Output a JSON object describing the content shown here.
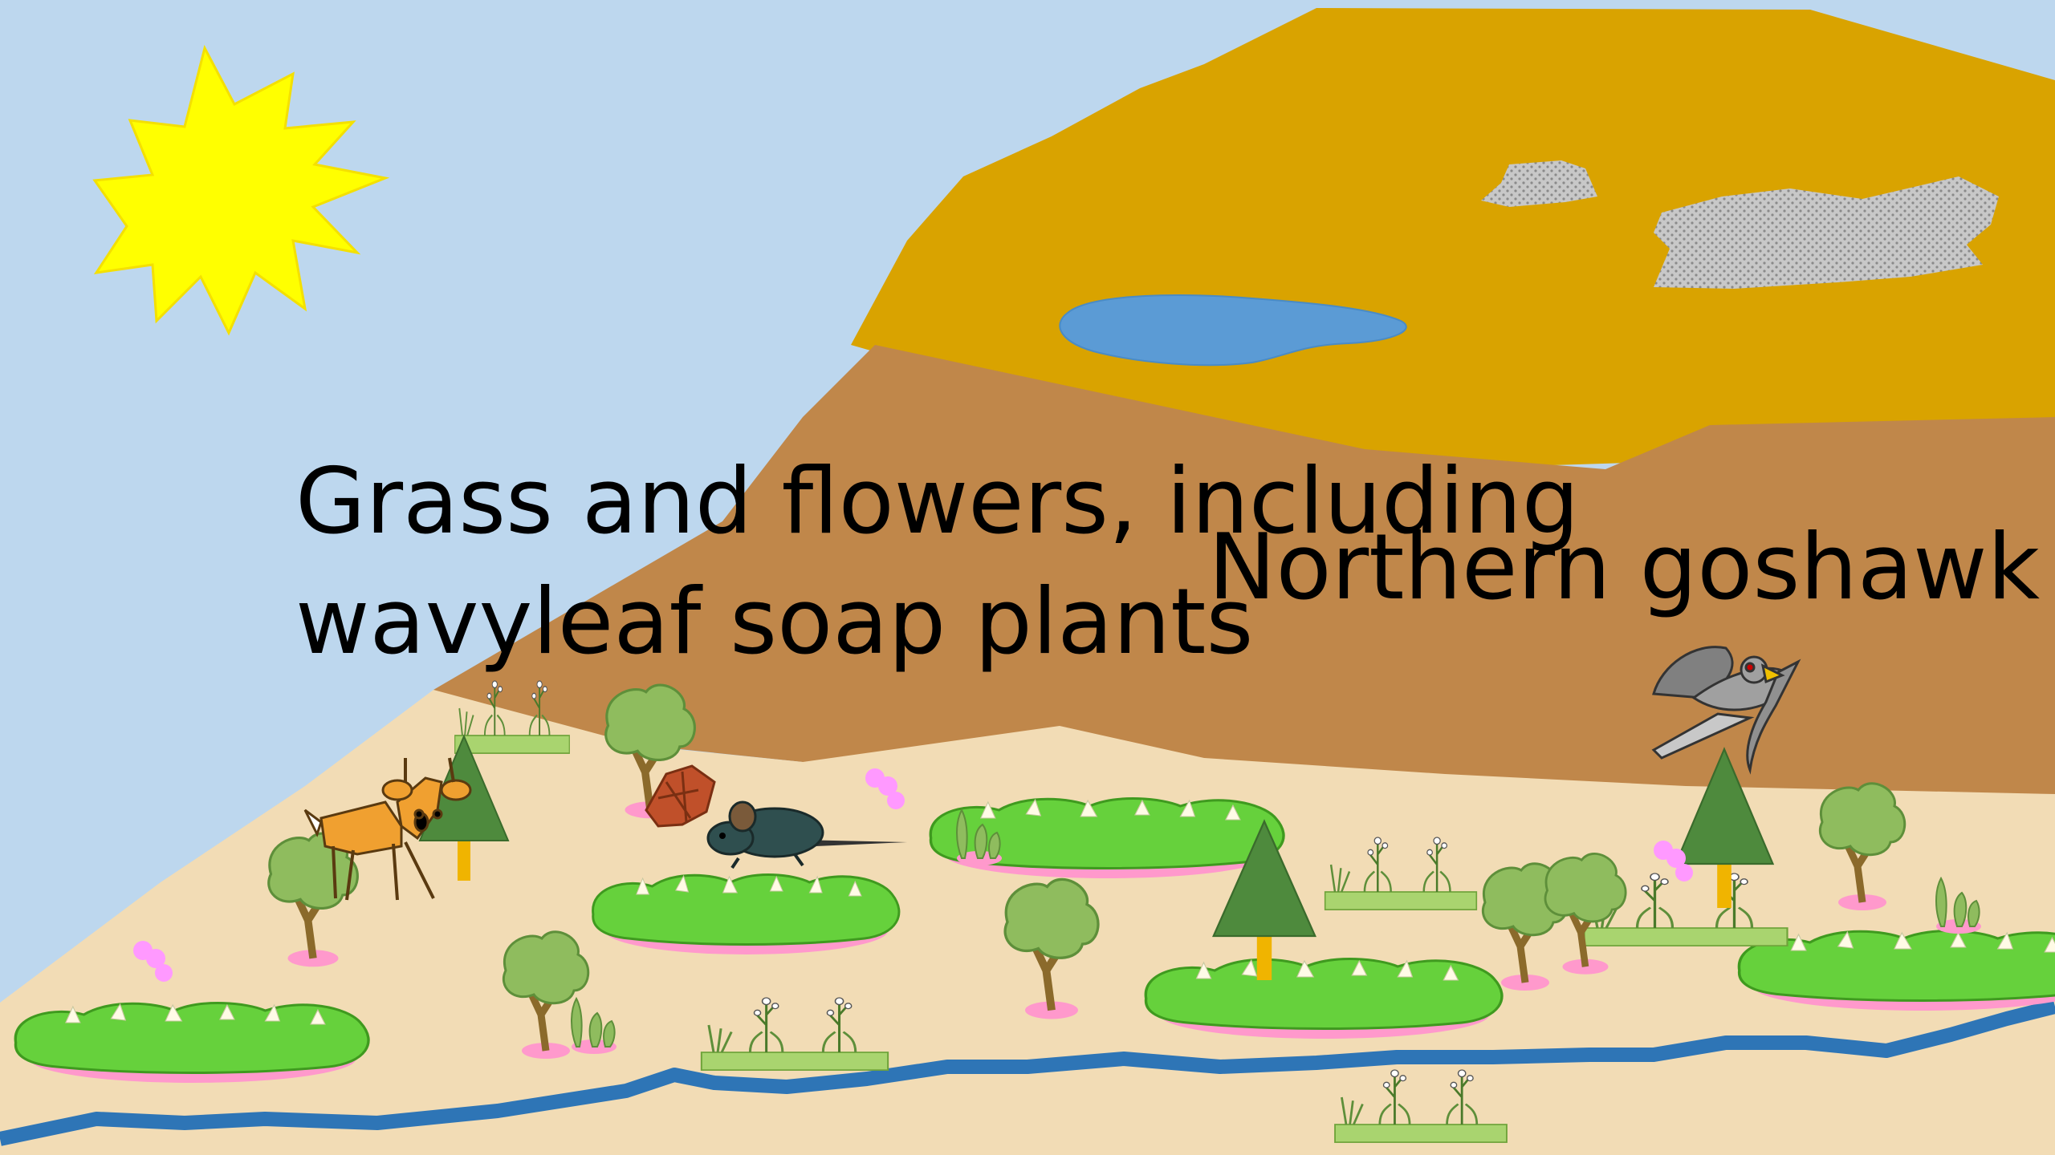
{
  "labels": {
    "grass_line1": "Grass and flowers, including",
    "grass_line2": "wavyleaf soap plants",
    "goshawk": "Northern goshawk"
  },
  "colors": {
    "sky": "#bdd7ee",
    "sun": "#ffff00",
    "mountain_top": "#d9a300",
    "mountain_mid": "#c0874a",
    "ground": "#f2dcb5",
    "river": "#2e75b6",
    "lake": "#5b9bd5",
    "rock": "#bfbfbf",
    "bush": "#66d13c",
    "bush_shadow": "#ff99cc",
    "tree_leaf": "#8fbc5e",
    "pine": "#4e8a3d",
    "trunk": "#f0b400"
  },
  "scene": {
    "elements": [
      "sun",
      "mountain",
      "lake",
      "rock",
      "river",
      "deer",
      "mouse",
      "goshawk",
      "shrubs",
      "trees",
      "pine-trees",
      "soap-plants",
      "grass-patches",
      "pinecone"
    ]
  }
}
